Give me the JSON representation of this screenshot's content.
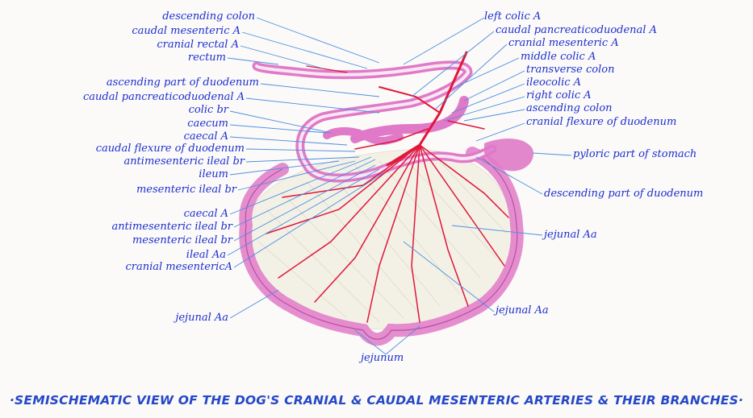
{
  "labels_left": [
    "descending colon",
    "caudal mesenteric A",
    "cranial rectal A",
    "rectum",
    "ascending part of duodenum",
    "caudal pancreaticoduodenal A",
    "colic br",
    "caecum",
    "caecal A",
    "caudal flexure of duodenum",
    "antimesenteric ileal br",
    "ileum",
    "mesenteric ileal br",
    "caecal A",
    "antimesenteric ileal br",
    "mesenteric ileal br",
    "ileal Aa",
    "cranial mesentericA",
    "jejunal Aa"
  ],
  "labels_right": [
    "left colic A",
    "caudal pancreaticoduodenal A",
    "cranial mesenteric A",
    "middle colic A",
    "transverse colon",
    "ileocolic A",
    "right colic A",
    "ascending colon",
    "cranial flexure of duodenum",
    "pyloric part of stomach",
    "descending part of duodenum",
    "jejunal Aa",
    "jejunal Aa"
  ],
  "label_bottom": "jejunum",
  "caption": "·SEMISCHEMATIC VIEW OF THE DOG'S CRANIAL & CAUDAL MESENTERIC ARTERIES & THEIR BRANCHES·",
  "colors": {
    "label_ink": "#1c2ed0",
    "leader_line": "#4a8ee0",
    "artery": "#e0163a",
    "gut_wall": "#e07ac8",
    "mesentery": "#f2efe6"
  }
}
